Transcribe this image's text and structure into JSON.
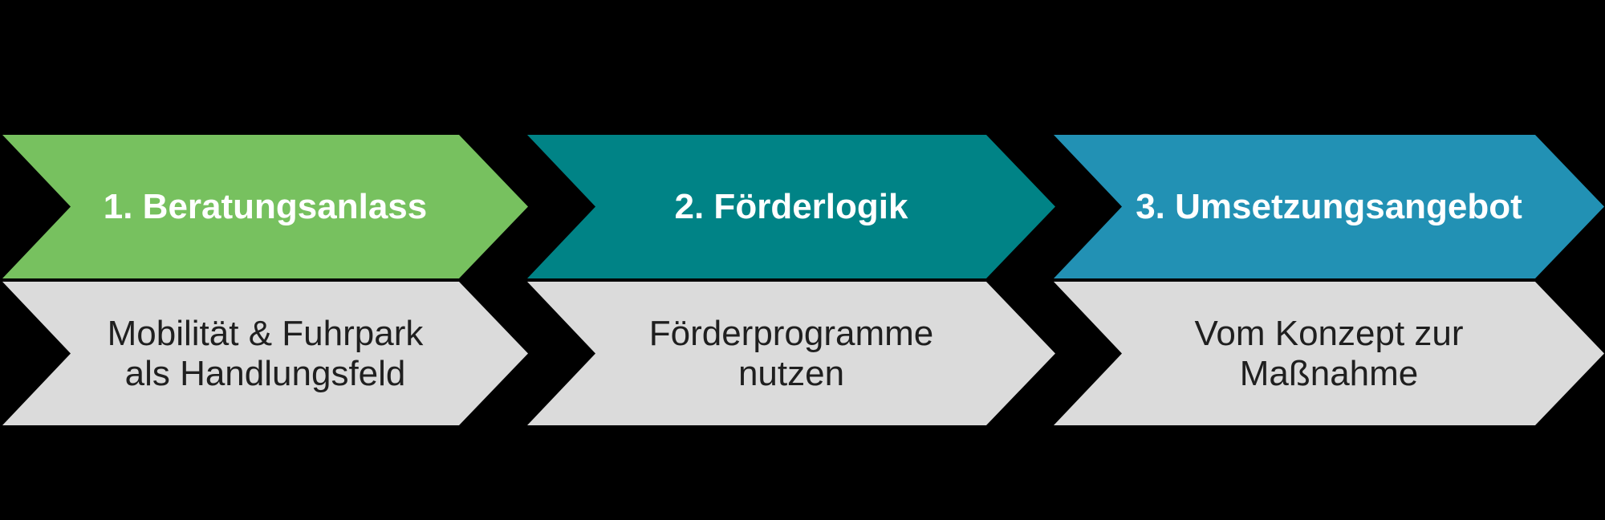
{
  "diagram": {
    "description": "Three-step chevron process diagram",
    "background_color": "#000000",
    "body_fill_color": "#DBDBDB",
    "body_text_color": "#1F1F1F",
    "header_text_color": "#FFFFFF",
    "steps": [
      {
        "header": "1. Beratungsanlass",
        "body": "Mobilität & Fuhrpark\nals Handlungsfeld",
        "header_color": "#77C15F"
      },
      {
        "header": "2. Förderlogik",
        "body": "Förderprogramme\nnutzen",
        "header_color": "#008386"
      },
      {
        "header": "3. Umsetzungsangebot",
        "body": "Vom Konzept zur\nMaßnahme",
        "header_color": "#2291B4"
      }
    ]
  }
}
